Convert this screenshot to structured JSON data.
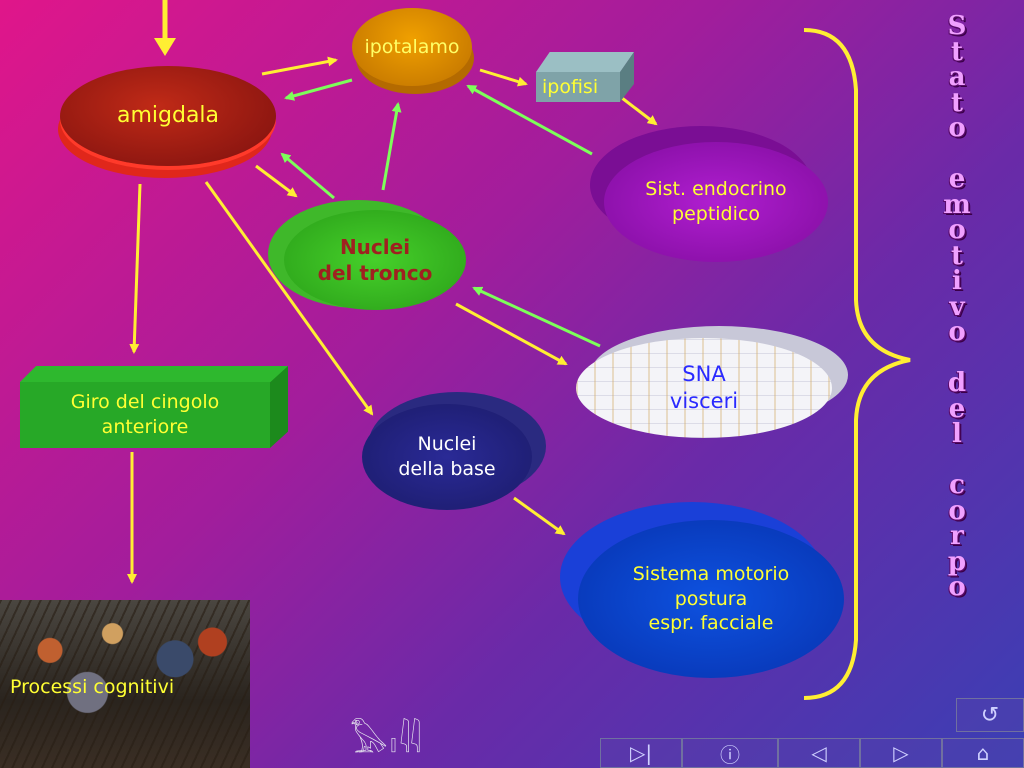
{
  "nodes": {
    "amigdala": "amigdala",
    "ipotalamo": "ipotalamo",
    "ipofisi": "ipofisi",
    "endocrino": "Sist. endocrino\npeptidico",
    "tronco": "Nuclei\ndel tronco",
    "sna": "SNA\nvisceri",
    "giro": "Giro del cingolo\nanteriore",
    "base": "Nuclei\ndella base",
    "motor": "Sistema motorio\npostura\nespr. facciale",
    "cognitivi": "Processi cognitivi"
  },
  "vertical_title": "Stato emotivo del corpo",
  "colors": {
    "yellow_arrow": "#ffee33",
    "green_arrow": "#7dff5a",
    "brace": "#ffee33"
  },
  "nav": {
    "icons": [
      "end-icon",
      "info-icon",
      "back-icon",
      "forward-icon",
      "home-icon",
      "return-icon"
    ]
  }
}
